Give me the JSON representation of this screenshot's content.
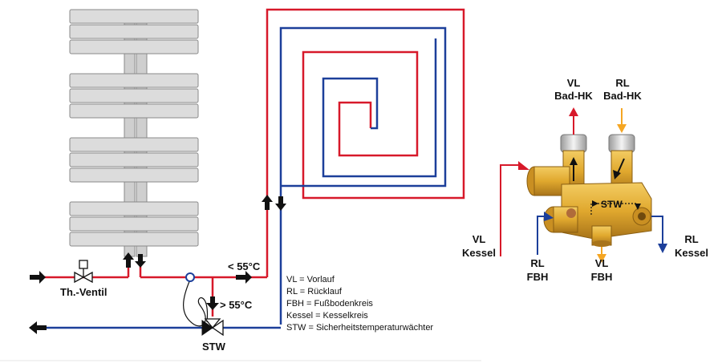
{
  "colors": {
    "flow_red": "#d7192a",
    "return_blue": "#1c3f9a",
    "arrow_black": "#111111",
    "arrow_orange": "#f5a623",
    "radiator_fill": "#dcdcdc",
    "radiator_stroke": "#8a8a8a",
    "brass": "#e0a82e",
    "brass_dark": "#a8741a",
    "chrome": "#d8d8d8",
    "purple_loop": "#5a2a8a"
  },
  "icons": {
    "valve": "thermostatic-valve-icon",
    "three_way": "three-way-valve-icon",
    "sensor": "temperature-sensor-icon",
    "manifold": "brass-manifold-icon"
  },
  "labels": {
    "th_ventil": "Th.-Ventil",
    "stw": "STW",
    "temp_max": "< 55°C",
    "temp_min": "> 55°C"
  },
  "legend": [
    "VL = Vorlauf",
    "RL = Rücklauf",
    "FBH = Fußbodenkreis",
    "Kessel = Kesselkreis",
    "STW = Sicherheitstemperaturwächter"
  ],
  "manifold": {
    "vl_bad_top": "VL",
    "vl_bad_bottom": "Bad-HK",
    "rl_bad_top": "RL",
    "rl_bad_bottom": "Bad-HK",
    "vl_kessel_top": "VL",
    "vl_kessel_bottom": "Kessel",
    "rl_fbh_top": "RL",
    "rl_fbh_bottom": "FBH",
    "vl_fbh_top": "VL",
    "vl_fbh_bottom": "FBH",
    "rl_kessel_top": "RL",
    "rl_kessel_bottom": "Kessel",
    "stw": "STW"
  }
}
